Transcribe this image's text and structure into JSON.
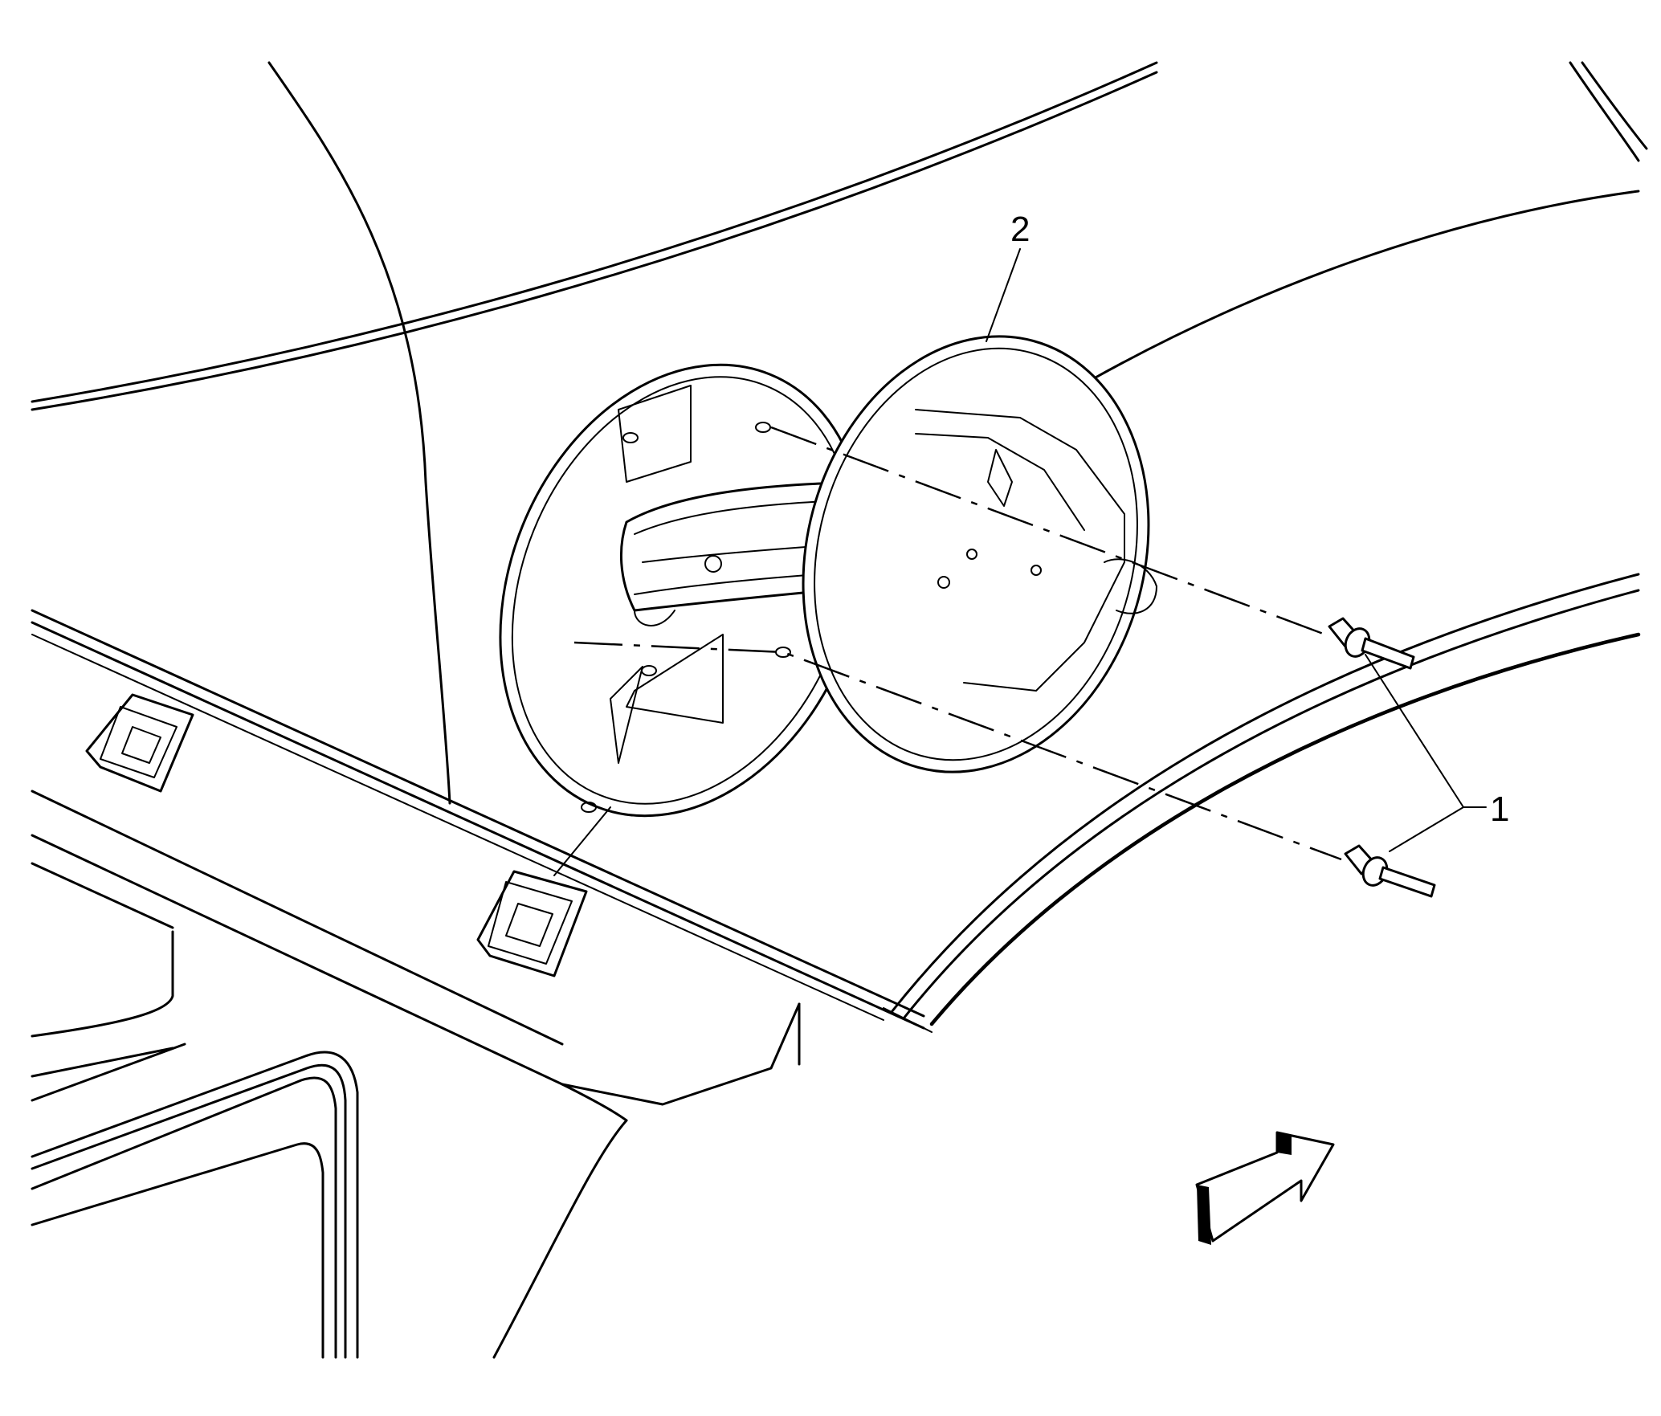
{
  "callouts": [
    {
      "id": "fastener",
      "label": "1"
    },
    {
      "id": "fuel-door",
      "label": "2"
    }
  ],
  "icons": {
    "view-direction": "view-direction-arrow-icon"
  }
}
